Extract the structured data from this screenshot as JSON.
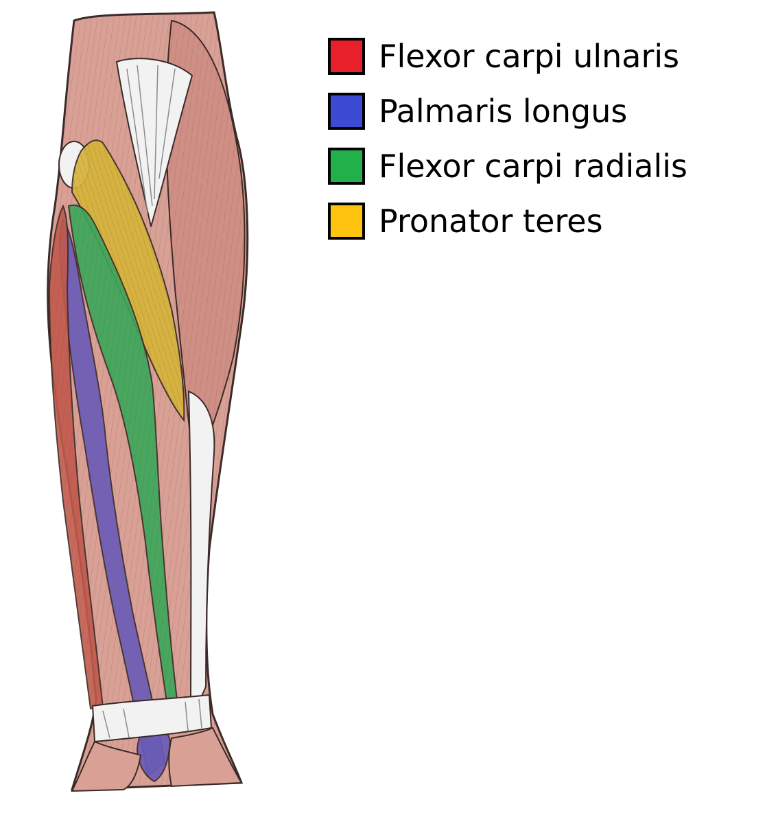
{
  "legend": {
    "items": [
      {
        "label": "Flexor carpi ulnaris",
        "color": "#e8202a"
      },
      {
        "label": "Palmaris longus",
        "color": "#3d4ad4"
      },
      {
        "label": "Flexor carpi radialis",
        "color": "#22b04b"
      },
      {
        "label": "Pronator teres",
        "color": "#ffc20e"
      }
    ]
  },
  "colors": {
    "muscle_base": "#d9a196",
    "muscle_shadow": "#b97a70",
    "tendon": "#f2f2f2",
    "outline": "#3a2a28",
    "flexor_carpi_ulnaris": "#c25a4c",
    "palmaris_longus": "#6a5bb8",
    "flexor_carpi_radialis": "#39a85a",
    "pronator_teres": "#d6b43a"
  }
}
